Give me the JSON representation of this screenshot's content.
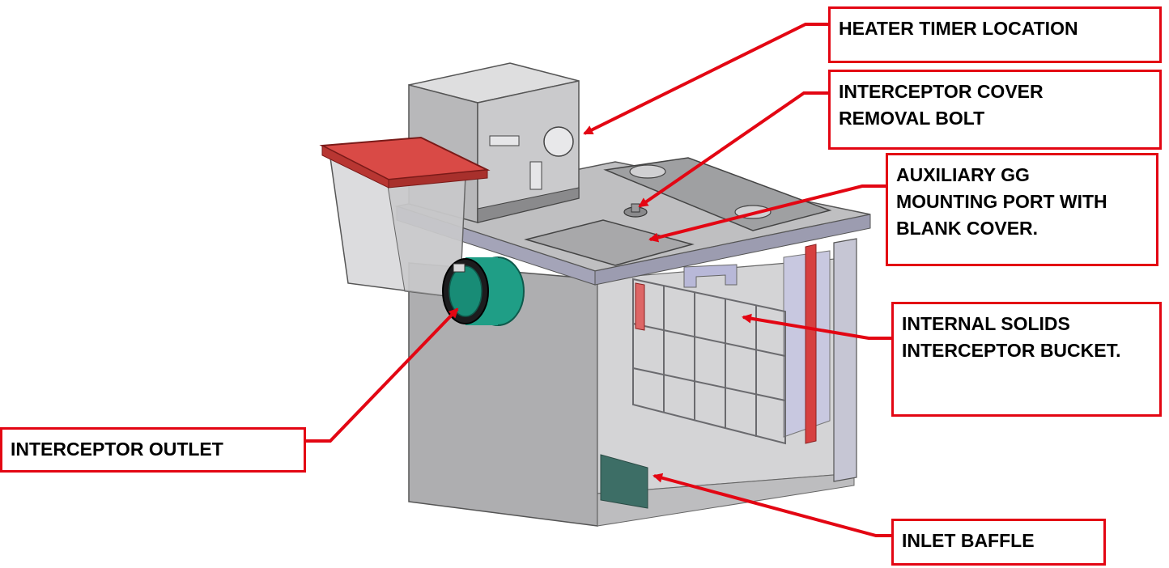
{
  "colors": {
    "callout_red": "#e30613",
    "panel_gray": "#b4b4b6",
    "lid_red": "#d94a46",
    "outlet_green": "#1f9e86",
    "baffle_green": "#3d6e66",
    "inner_panel": "#c8c8e0"
  },
  "callouts": {
    "heater_timer": {
      "lines": [
        "HEATER TIMER LOCATION"
      ]
    },
    "cover_bolt": {
      "lines": [
        "INTERCEPTOR COVER",
        "REMOVAL BOLT"
      ]
    },
    "aux_port": {
      "lines": [
        "AUXILIARY GG",
        "MOUNTING PORT WITH",
        "BLANK COVER."
      ]
    },
    "solids_bucket": {
      "lines": [
        "INTERNAL SOLIDS",
        "INTERCEPTOR BUCKET."
      ]
    },
    "outlet": {
      "lines": [
        "INTERCEPTOR OUTLET"
      ]
    },
    "inlet_baffle": {
      "lines": [
        "INLET BAFFLE"
      ]
    }
  }
}
